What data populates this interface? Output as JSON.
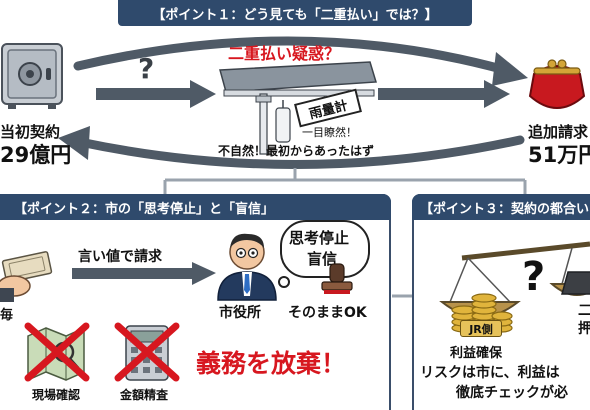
{
  "colors": {
    "header_bg": "#2f4a6c",
    "arrow_gray": "#4f5a66",
    "emphasis_red": "#d7171f",
    "cross_red": "#d7171f",
    "panel_border": "#3a4e6a"
  },
  "point1": {
    "header": "【ポイント１：どう見ても「二重払い」では？】",
    "safe_icon": "safe-icon",
    "left_label": "当初契約",
    "left_amount": "29億円",
    "question_mark": "?",
    "doubt_label": "二重払い疑惑？",
    "gauge_sign": "雨量計",
    "gauge_note": "一目瞭然！",
    "unnatural_text": "不自然！最初からあったはず",
    "purse_icon": "purse-icon",
    "right_label": "追加請求",
    "right_amount": "51万円"
  },
  "point2": {
    "header": "【ポイント２：市の「思考停止」と「盲信」",
    "bill_request": "言い値で請求",
    "left_cut_text": "毎",
    "office_label": "市役所",
    "bubble_line1": "思考停止",
    "bubble_line2": "盲信",
    "stamp_label": "そのままOK",
    "check1_label": "現場確認",
    "check2_label": "金額精査",
    "duty_text": "義務を放棄！"
  },
  "point3": {
    "header": "【ポイント３：契約の都合い",
    "scale_question": "?",
    "coin_tag": "JR側",
    "profit_label": "利益確保",
    "right_cut_1": "二",
    "right_cut_2": "押",
    "risk_text": "リスクは市に、利益は",
    "check_text": "徹底チェックが必"
  }
}
